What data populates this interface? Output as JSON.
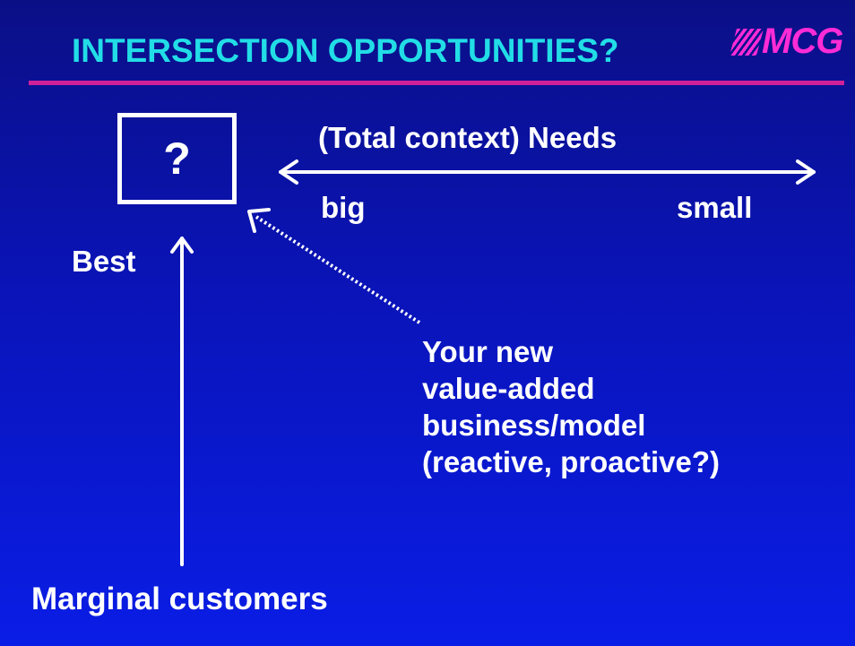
{
  "slide": {
    "title": "INTERSECTION OPPORTUNITIES?",
    "logo_text": "MCG"
  },
  "diagram": {
    "box_label": "?",
    "needs_label": "(Total context) Needs",
    "needs_left": "big",
    "needs_right": "small",
    "vertical_top": "Best",
    "vertical_bottom": "Marginal customers",
    "model_lines": [
      "Your new",
      "value-added",
      "business/model",
      "(reactive, proactive?)"
    ]
  },
  "colors": {
    "title": "#22dde6",
    "logo": "#ff2bd6",
    "rule": "#d0209a",
    "foreground": "#ffffff",
    "background_top": "#0b0f86",
    "background_bottom": "#0a1de6"
  }
}
